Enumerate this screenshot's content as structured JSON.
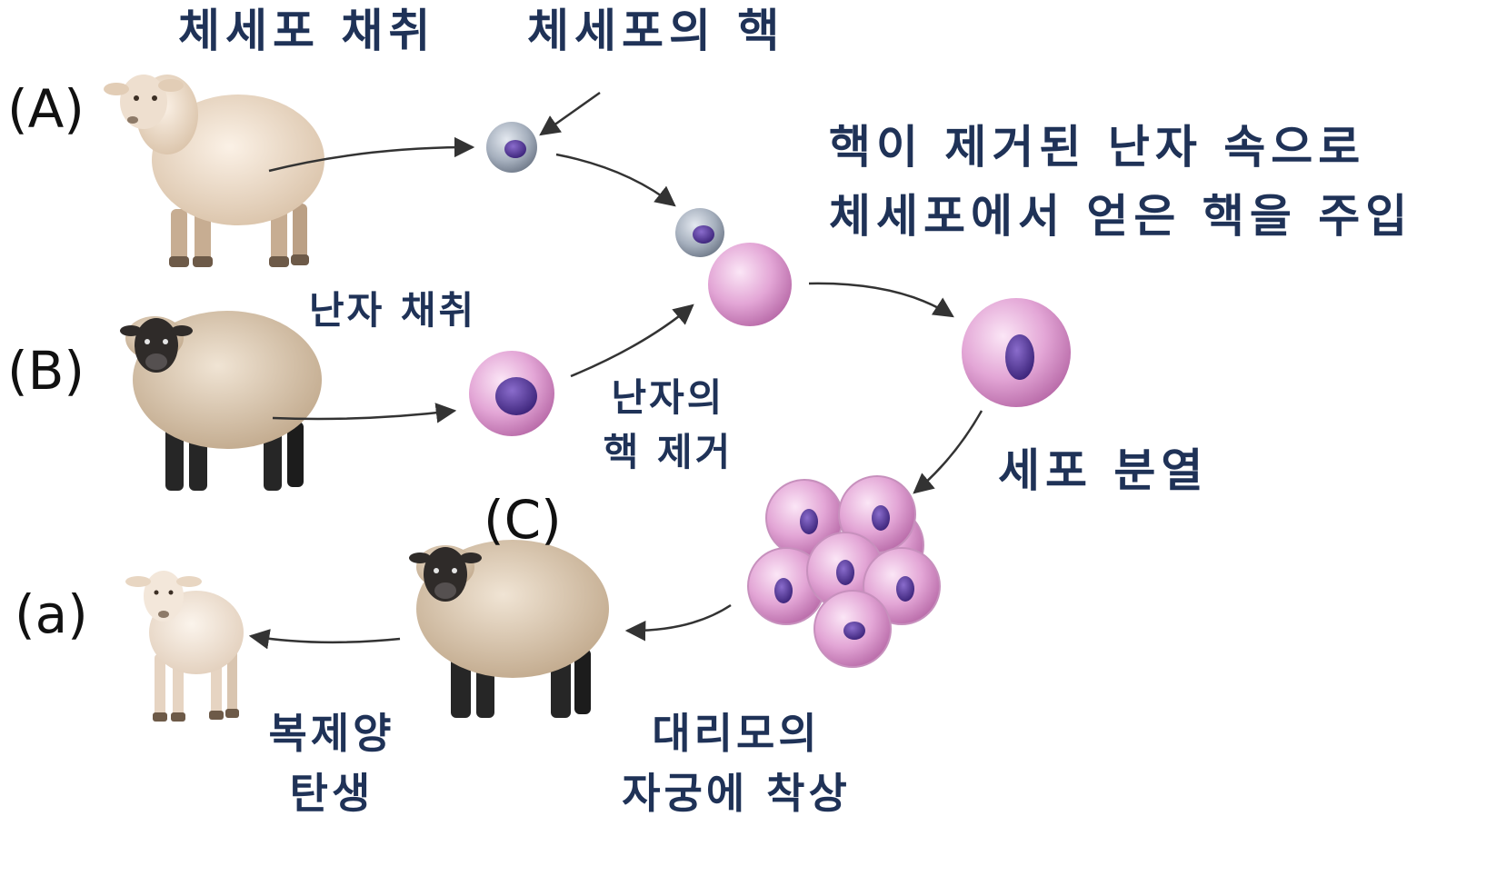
{
  "labels": {
    "somatic_collect": "체세포 채취",
    "somatic_nucleus": "체세포의 핵",
    "inject_line1": "핵이 제거된 난자 속으로",
    "inject_line2": "체세포에서 얻은 핵을 주입",
    "egg_collect": "난자 채취",
    "egg_nucleus_line1": "난자의",
    "egg_nucleus_line2": "핵 제거",
    "cell_division": "세포 분열",
    "clone_birth_line1": "복제양",
    "clone_birth_line2": "탄생",
    "implant_line1": "대리모의",
    "implant_line2": "자궁에 착상"
  },
  "tags": {
    "A": "(A)",
    "B": "(B)",
    "C": "(C)",
    "a": "(a)"
  },
  "colors": {
    "label_text": "#1f3257",
    "white_sheep_wool": "#e8d6c2",
    "black_face_sheep_wool": "#d2bfa6",
    "egg_cell": "#e3a6d6",
    "nucleus": "#4a2e8c",
    "somatic_cell": "#9aa4b4",
    "arrow": "#333333"
  }
}
